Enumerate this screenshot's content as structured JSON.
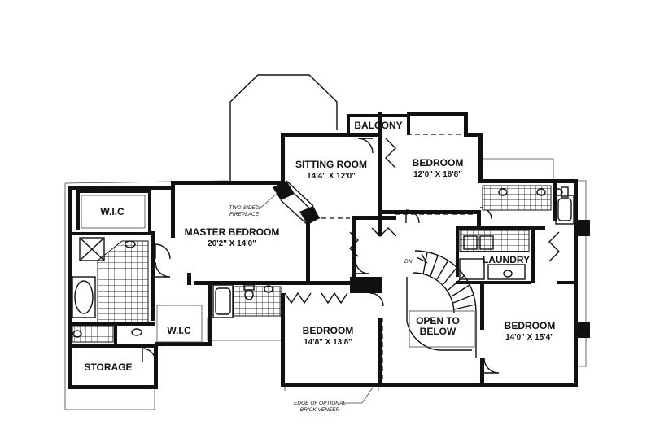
{
  "rooms": {
    "wic_upper": {
      "name": "W.I.C"
    },
    "master_bedroom": {
      "name": "MASTER BEDROOM",
      "dims": "20'2\" X 14'0\""
    },
    "sitting_room": {
      "name": "SITTING ROOM",
      "dims": "14'4\" X 12'0\""
    },
    "balcony": {
      "name": "BALCONY"
    },
    "bedroom_ne": {
      "name": "BEDROOM",
      "dims": "12'0\" X 16'8\""
    },
    "laundry": {
      "name": "LAUNDRY"
    },
    "bedroom_east": {
      "name": "BEDROOM",
      "dims": "14'0\" X 15'4\""
    },
    "bedroom_south": {
      "name": "BEDROOM",
      "dims": "14'8\" X 13'8\""
    },
    "wic_lower": {
      "name": "W.I.C"
    },
    "storage": {
      "name": "STORAGE"
    },
    "open_below": {
      "line1": "OPEN TO",
      "line2": "BELOW"
    }
  },
  "notes": {
    "fireplace_line1": "TWO-SIDED",
    "fireplace_line2": "FIREPLACE",
    "stair_dn": "DN",
    "brick_line1": "EDGE OF OPTIONAL",
    "brick_line2": "BRICK VENEER"
  }
}
